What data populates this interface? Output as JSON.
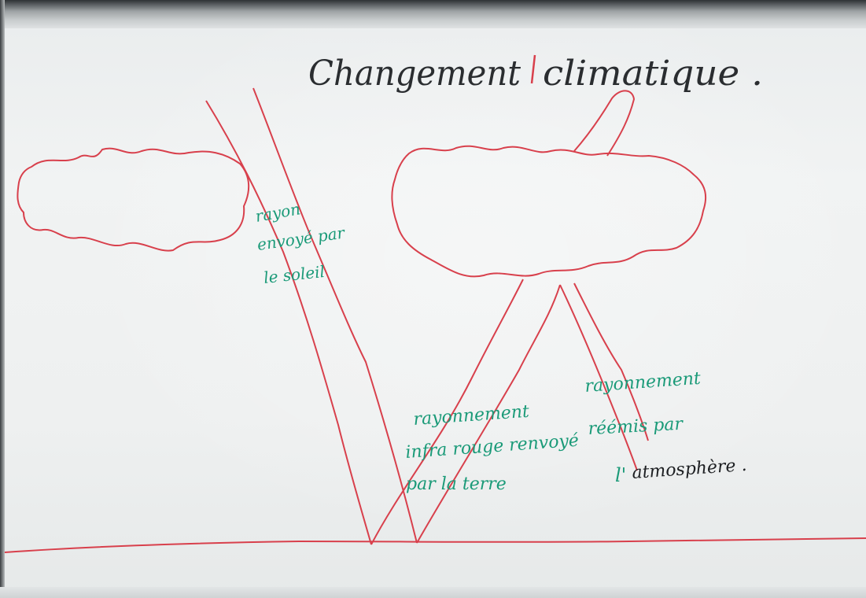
{
  "scene": {
    "board": "whiteboard",
    "colors": {
      "marker_red": "#d8404c",
      "marker_green": "#1a9a78",
      "marker_black": "#1d1f22",
      "board_white": "#eef0f0",
      "frame_gray": "#5f6467"
    }
  },
  "title": {
    "part1": "Changement",
    "part2": "climatique ."
  },
  "labels": {
    "sun_ray": [
      "rayon",
      "envoyé par",
      "le soleil"
    ],
    "infrared": [
      "rayonnement",
      "infra rouge renvoyé",
      "par la terre"
    ],
    "reemitted": [
      "rayonnement",
      "réémis par"
    ],
    "atmosphere_prefix": "l'",
    "atmosphere_word": "atmosphère ."
  }
}
